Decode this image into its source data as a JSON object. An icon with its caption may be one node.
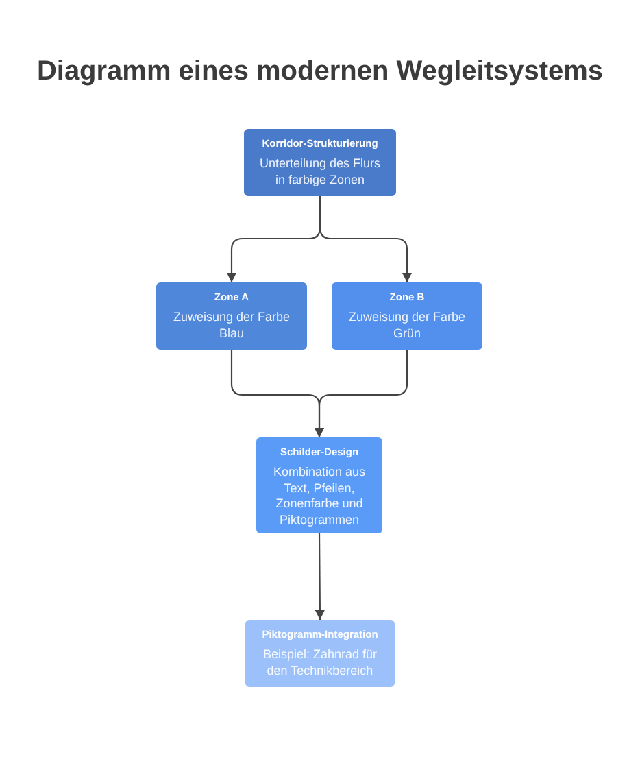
{
  "diagram": {
    "title": "Diagramm eines modernen Wegleitsystems",
    "nodes": [
      {
        "text": [
          "Korridor-Strukturierung",
          "Unterteilung des Flurs in farbige Zonen"
        ]
      },
      {
        "text": [
          "Zone A",
          "Zuweisung der Farbe Blau"
        ]
      },
      {
        "text": [
          "Zone B",
          "Zuweisung der Farbe Grün"
        ]
      },
      {
        "text": [
          "Schilder-Design",
          "Kombination aus Text, Pfeilen, Zonenfarbe und Piktogrammen"
        ]
      },
      {
        "text": [
          "Piktogramm-Integration",
          "Beispiel: Zahnrad für den Technikbereich"
        ]
      }
    ],
    "edges": [
      {
        "from": 0,
        "to": 1,
        "arrow": "to"
      },
      {
        "from": 0,
        "to": 2,
        "arrow": "to"
      },
      {
        "from": 1,
        "to": 3,
        "arrow": "to"
      },
      {
        "from": 2,
        "to": 3,
        "arrow": "to"
      },
      {
        "from": 3,
        "to": 4,
        "arrow": "to"
      }
    ]
  }
}
